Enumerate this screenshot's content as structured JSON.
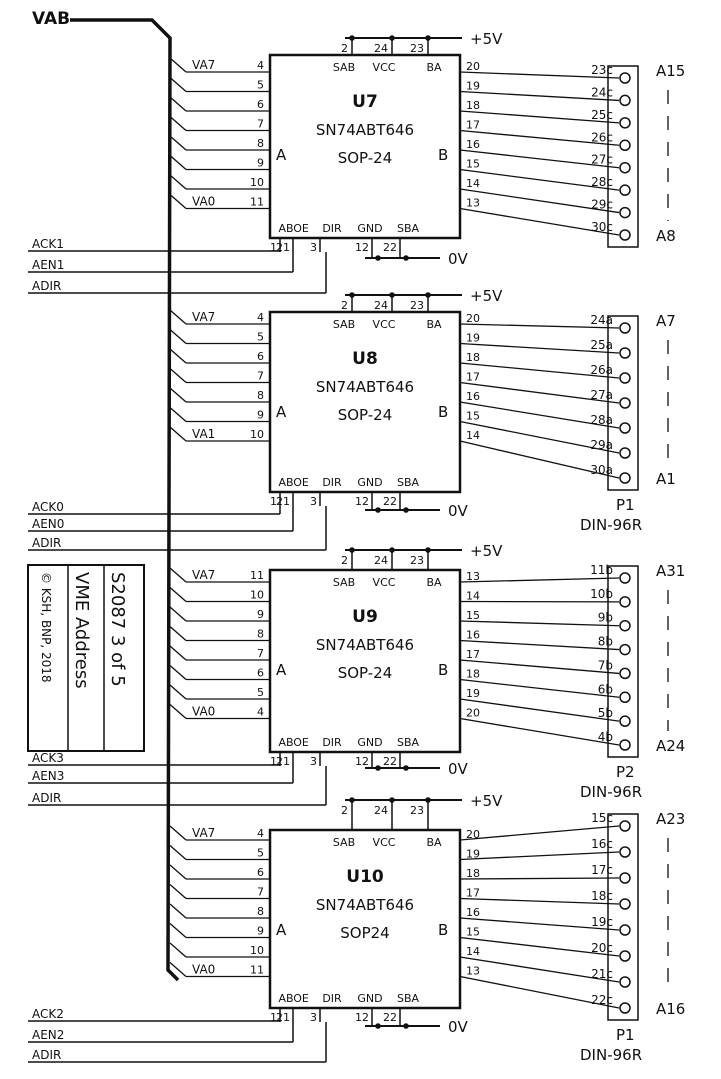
{
  "bus": {
    "name": "VAB"
  },
  "power": {
    "vcc": "+5V",
    "gnd": "0V"
  },
  "chips": [
    {
      "ref": "U7",
      "part": "SN74ABT646",
      "package": "SOP-24",
      "side_a": "A",
      "side_b": "B",
      "top_pins": [
        "2",
        "24",
        "23"
      ],
      "top_labels": [
        "SAB",
        "VCC",
        "BA"
      ],
      "bottom_pins": [
        "1",
        "21",
        "3",
        "12",
        "22"
      ],
      "bottom_labels": [
        "AB",
        "OE",
        "DIR",
        "GND",
        "SBA"
      ],
      "a_pins": [
        "4",
        "5",
        "6",
        "7",
        "8",
        "9",
        "10",
        "11"
      ],
      "a_labels": [
        "VA7",
        "",
        "",
        "",
        "",
        "",
        "",
        "VA0"
      ],
      "b_pins": [
        "20",
        "19",
        "18",
        "17",
        "16",
        "15",
        "14",
        "13"
      ],
      "conn_pins": [
        "23c",
        "24c",
        "25c",
        "26c",
        "27c",
        "28c",
        "29c",
        "30c"
      ],
      "ctrl": [
        "ACK1",
        "AEN1",
        "ADIR"
      ],
      "range_top": "A15",
      "range_bottom": "A8",
      "connector": "",
      "connector_type": ""
    },
    {
      "ref": "U8",
      "part": "SN74ABT646",
      "package": "SOP-24",
      "side_a": "A",
      "side_b": "B",
      "top_pins": [
        "2",
        "24",
        "23"
      ],
      "top_labels": [
        "SAB",
        "VCC",
        "BA"
      ],
      "bottom_pins": [
        "1",
        "21",
        "3",
        "12",
        "22"
      ],
      "bottom_labels": [
        "AB",
        "OE",
        "DIR",
        "GND",
        "SBA"
      ],
      "a_pins": [
        "4",
        "5",
        "6",
        "7",
        "8",
        "9",
        "10"
      ],
      "a_labels": [
        "VA7",
        "",
        "",
        "",
        "",
        "",
        "VA1"
      ],
      "b_pins": [
        "20",
        "19",
        "18",
        "17",
        "16",
        "15",
        "14"
      ],
      "conn_pins": [
        "24a",
        "25a",
        "26a",
        "27a",
        "28a",
        "29a",
        "30a"
      ],
      "ctrl": [
        "ACK0",
        "AEN0",
        "ADIR"
      ],
      "range_top": "A7",
      "range_bottom": "A1",
      "connector": "P1",
      "connector_type": "DIN-96R"
    },
    {
      "ref": "U9",
      "part": "SN74ABT646",
      "package": "SOP-24",
      "side_a": "A",
      "side_b": "B",
      "top_pins": [
        "2",
        "24",
        "23"
      ],
      "top_labels": [
        "SAB",
        "VCC",
        "BA"
      ],
      "bottom_pins": [
        "1",
        "21",
        "3",
        "12",
        "22"
      ],
      "bottom_labels": [
        "AB",
        "OE",
        "DIR",
        "GND",
        "SBA"
      ],
      "a_pins": [
        "11",
        "10",
        "9",
        "8",
        "7",
        "6",
        "5",
        "4"
      ],
      "a_labels": [
        "VA7",
        "",
        "",
        "",
        "",
        "",
        "",
        "VA0"
      ],
      "b_pins": [
        "13",
        "14",
        "15",
        "16",
        "17",
        "18",
        "19",
        "20"
      ],
      "conn_pins": [
        "11b",
        "10b",
        "9b",
        "8b",
        "7b",
        "6b",
        "5b",
        "4b"
      ],
      "ctrl": [
        "ACK3",
        "AEN3",
        "ADIR"
      ],
      "range_top": "A31",
      "range_bottom": "A24",
      "connector": "P2",
      "connector_type": "DIN-96R"
    },
    {
      "ref": "U10",
      "part": "SN74ABT646",
      "package": "SOP24",
      "side_a": "A",
      "side_b": "B",
      "top_pins": [
        "2",
        "24",
        "23"
      ],
      "top_labels": [
        "SAB",
        "VCC",
        "BA"
      ],
      "bottom_pins": [
        "1",
        "21",
        "3",
        "12",
        "22"
      ],
      "bottom_labels": [
        "AB",
        "OE",
        "DIR",
        "GND",
        "SBA"
      ],
      "a_pins": [
        "4",
        "5",
        "6",
        "7",
        "8",
        "9",
        "10",
        "11"
      ],
      "a_labels": [
        "VA7",
        "",
        "",
        "",
        "",
        "",
        "",
        "VA0"
      ],
      "b_pins": [
        "20",
        "19",
        "18",
        "17",
        "16",
        "15",
        "14",
        "13"
      ],
      "conn_pins": [
        "15c",
        "16c",
        "17c",
        "18c",
        "19c",
        "20c",
        "21c",
        "22c"
      ],
      "ctrl": [
        "ACK2",
        "AEN2",
        "ADIR"
      ],
      "range_top": "A23",
      "range_bottom": "A16",
      "connector": "P1",
      "connector_type": "DIN-96R"
    }
  ],
  "title_block": {
    "copyright": "© KSH, BNP, 2018",
    "title": "VME Address",
    "sheet": "S2087 3 of 5"
  }
}
